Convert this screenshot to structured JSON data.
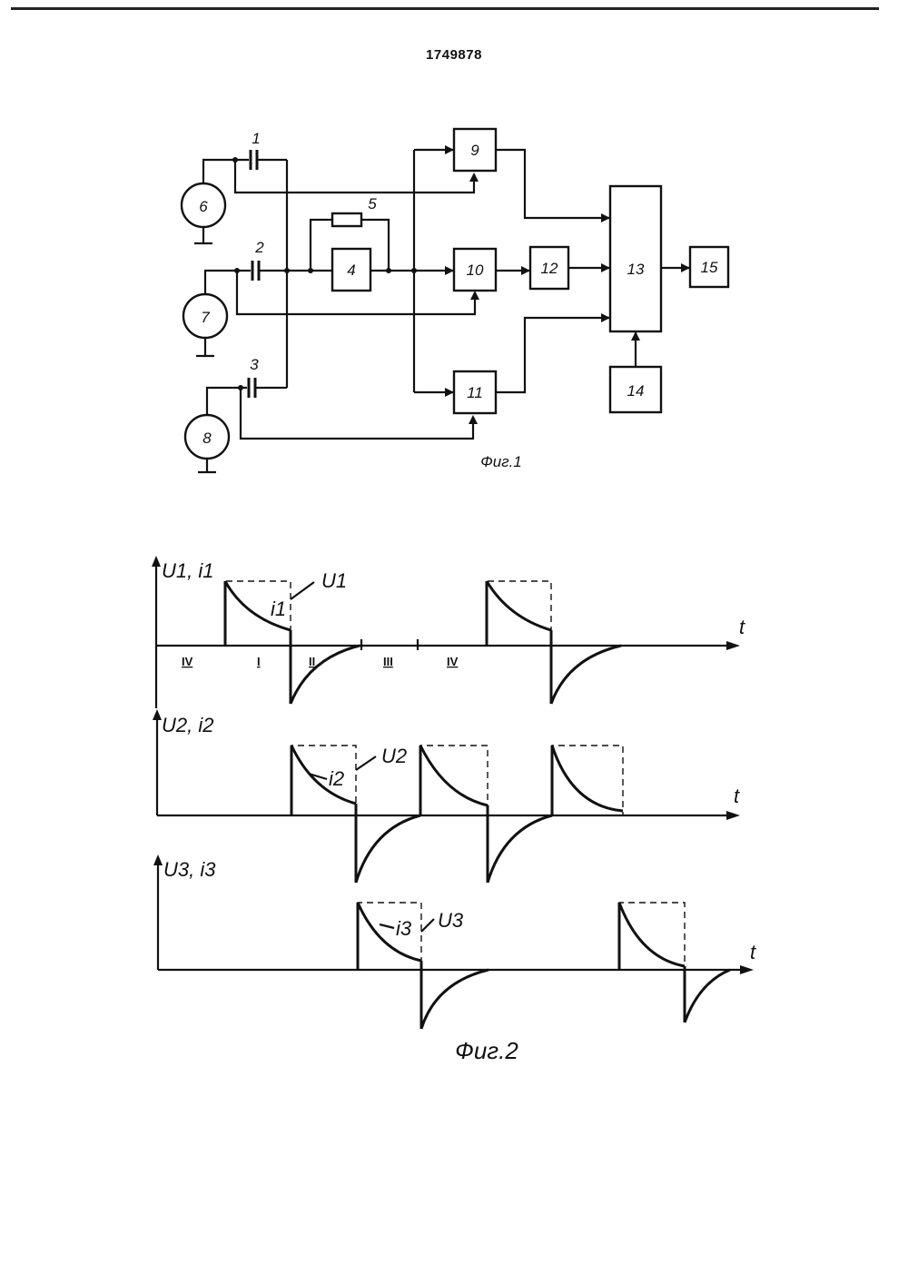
{
  "document": {
    "number": "1749878"
  },
  "fig1": {
    "caption": "Фиг.1",
    "capacitors": [
      "1",
      "2",
      "3"
    ],
    "resistor": "5",
    "generators": [
      "6",
      "7",
      "8"
    ],
    "blocks": {
      "b4": "4",
      "b9": "9",
      "b10": "10",
      "b11": "11",
      "b12": "12",
      "b13": "13",
      "b14": "14",
      "b15": "15"
    }
  },
  "fig2": {
    "caption": "Фиг.2",
    "time_label": "t",
    "plot1": {
      "axis": "U1, i1",
      "u_label": "U1",
      "i_label": "i1"
    },
    "plot2": {
      "axis": "U2, i2",
      "u_label": "U2",
      "i_label": "i2"
    },
    "plot3": {
      "axis": "U3, i3",
      "u_label": "U3",
      "i_label": "i3"
    },
    "phases": [
      "IV",
      "I",
      "II",
      "III",
      "IV"
    ]
  }
}
